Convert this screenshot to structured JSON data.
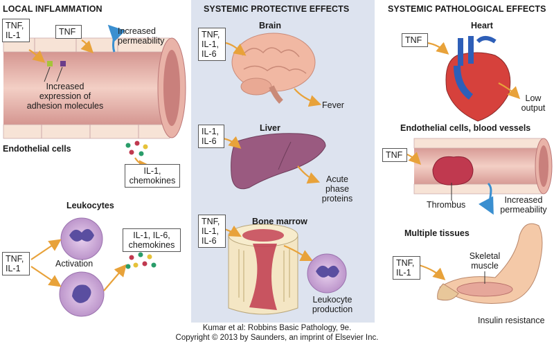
{
  "headings": {
    "local": "LOCAL INFLAMMATION",
    "systemic_protective": "SYSTEMIC PROTECTIVE EFFECTS",
    "systemic_pathological": "SYSTEMIC PATHOLOGICAL EFFECTS"
  },
  "local": {
    "box_tnf_il1": [
      "TNF,",
      "IL-1"
    ],
    "box_tnf": "TNF",
    "increased_permeability": [
      "Increased",
      "permeability"
    ],
    "adhesion": [
      "Increased",
      "expression of",
      "adhesion molecules"
    ],
    "endothelial_cells": "Endothelial cells",
    "box_il1_chemokines": [
      "IL-1,",
      "chemokines"
    ],
    "leukocytes": "Leukocytes",
    "box_tnf_il1_left": [
      "TNF,",
      "IL-1"
    ],
    "activation": "Activation",
    "box_il1_il6_chemokines": [
      "IL-1, IL-6,",
      "chemokines"
    ]
  },
  "protective": {
    "brain_title": "Brain",
    "box_brain": [
      "TNF,",
      "IL-1,",
      "IL-6"
    ],
    "fever": "Fever",
    "liver_title": "Liver",
    "box_liver": [
      "IL-1,",
      "IL-6"
    ],
    "acute_phase": [
      "Acute",
      "phase",
      "proteins"
    ],
    "marrow_title": "Bone marrow",
    "box_marrow": [
      "TNF,",
      "IL-1,",
      "IL-6"
    ],
    "leukocyte_production": [
      "Leukocyte",
      "production"
    ]
  },
  "pathological": {
    "heart_title": "Heart",
    "box_heart": "TNF",
    "low_output": [
      "Low",
      "output"
    ],
    "endo_title": "Endothelial cells, blood vessels",
    "box_endo": "TNF",
    "thrombus": "Thrombus",
    "increased_permeability": [
      "Increased",
      "permeability"
    ],
    "multiple_title": "Multiple tissues",
    "box_muscle": [
      "TNF,",
      "IL-1"
    ],
    "skeletal_muscle": [
      "Skeletal",
      "muscle"
    ],
    "insulin_resistance": "Insulin resistance"
  },
  "credit": [
    "Kumar et al: Robbins Basic Pathology, 9e.",
    "Copyright © 2013  by Saunders, an imprint of Elsevier Inc."
  ],
  "colors": {
    "panel": "#dde3ef",
    "vessel": "#d9938f",
    "vessel_light": "#f3cfc5",
    "arrow": "#e8a23a",
    "permeability_arrow": "#3a8fd0",
    "cell_purple": "#c9a3d4",
    "nucleus": "#5a4ea0",
    "brain": "#f1b8a3",
    "liver": "#9a5a80",
    "thrombus": "#c0394f",
    "muscle": "#e6a79a"
  }
}
